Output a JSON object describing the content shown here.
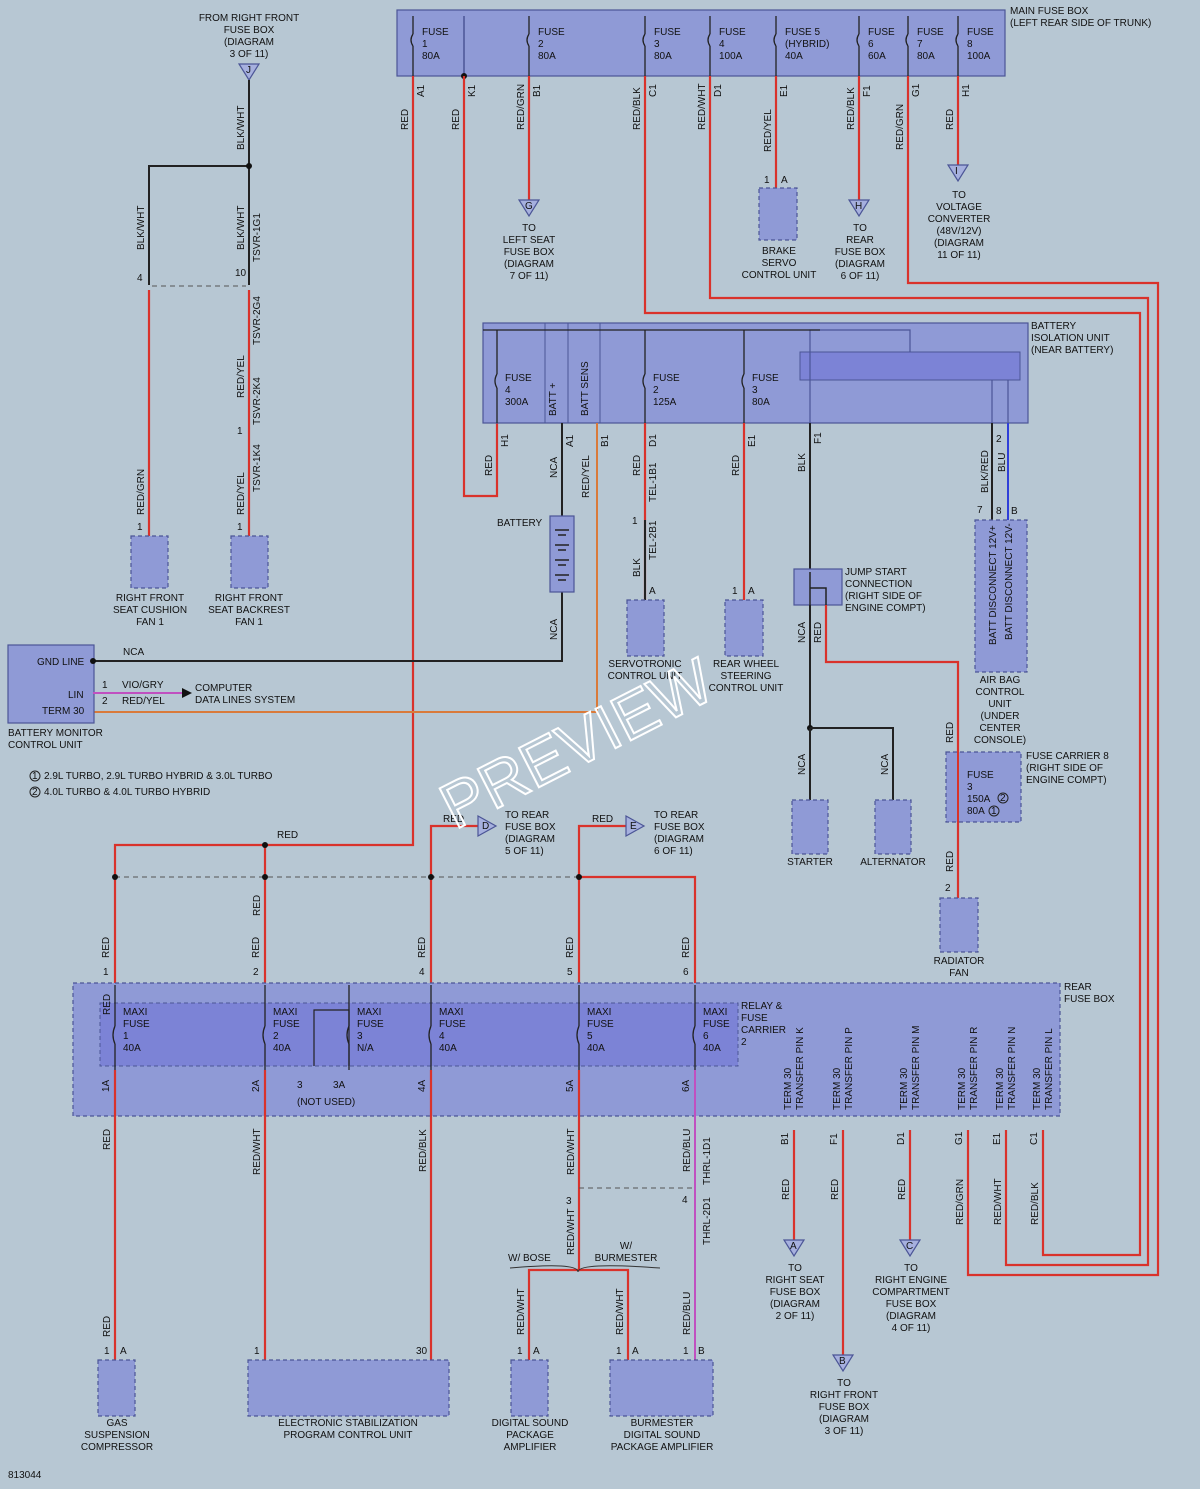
{
  "main_fuse_box": {
    "label": [
      "MAIN FUSE BOX",
      "(LEFT REAR SIDE OF TRUNK)"
    ],
    "fuses": [
      {
        "id": "fuse-1",
        "lines": [
          "FUSE",
          "1",
          "80A"
        ],
        "pin": "A1",
        "wire": "RED"
      },
      {
        "id": "fuse-2",
        "lines": [
          "FUSE",
          "2",
          "80A"
        ],
        "pin": "B1",
        "wire": "RED/GRN"
      },
      {
        "id": "fuse-3",
        "lines": [
          "FUSE",
          "3",
          "80A"
        ],
        "pin": "C1",
        "wire": "RED/BLK"
      },
      {
        "id": "fuse-4",
        "lines": [
          "FUSE",
          "4",
          "100A"
        ],
        "pin": "D1",
        "wire": "RED/WHT"
      },
      {
        "id": "fuse-5",
        "lines": [
          "FUSE 5",
          "(HYBRID)",
          "40A"
        ],
        "pin": "E1",
        "wire": "RED/YEL"
      },
      {
        "id": "fuse-6",
        "lines": [
          "FUSE",
          "6",
          "60A"
        ],
        "pin": "F1",
        "wire": "RED/BLK"
      },
      {
        "id": "fuse-7",
        "lines": [
          "FUSE",
          "7",
          "80A"
        ],
        "pin": "G1",
        "wire": "RED/GRN"
      },
      {
        "id": "fuse-8",
        "lines": [
          "FUSE",
          "8",
          "100A"
        ],
        "pin": "H1",
        "wire": "RED"
      }
    ],
    "k1_pin": "K1",
    "k1_wire": "RED"
  },
  "from_right_front": {
    "lines": [
      "FROM RIGHT FRONT",
      "FUSE BOX",
      "(DIAGRAM",
      "3 OF 11)"
    ],
    "arrow": "J",
    "wire": "BLK/WHT"
  },
  "fans": {
    "cushion": {
      "lines": [
        "RIGHT FRONT",
        "SEAT CUSHION",
        "FAN 1"
      ],
      "pin": "1",
      "wire_top": "BLK/WHT",
      "wire": "RED/GRN",
      "conn": "4"
    },
    "backrest": {
      "lines": [
        "RIGHT FRONT",
        "SEAT BACKREST",
        "FAN 1"
      ],
      "pin": "1",
      "wire_top": "BLK/WHT",
      "conn_top": "10",
      "tsvr1": "TSVR-1G1",
      "tsvr2": "TSVR-2G4",
      "tsvr3": "TSVR-2K4",
      "tsvr4": "TSVR-1K4",
      "wire": "RED/YEL",
      "wire2": "RED/YEL",
      "pin_mid": "1"
    }
  },
  "destinations": {
    "g": {
      "arrow": "G",
      "lines": [
        "TO",
        "LEFT SEAT",
        "FUSE BOX",
        "(DIAGRAM",
        "7 OF 11)"
      ]
    },
    "h": {
      "arrow": "H",
      "lines": [
        "TO",
        "REAR",
        "FUSE BOX",
        "(DIAGRAM",
        "6 OF 11)"
      ]
    },
    "i": {
      "arrow": "I",
      "lines": [
        "TO",
        "VOLTAGE",
        "CONVERTER",
        "(48V/12V)",
        "(DIAGRAM",
        "11 OF 11)"
      ]
    },
    "d": {
      "arrow": "D",
      "lines": [
        "TO REAR",
        "FUSE BOX",
        "(DIAGRAM",
        "5 OF 11)"
      ],
      "wire": "RED"
    },
    "e": {
      "arrow": "E",
      "lines": [
        "TO REAR",
        "FUSE BOX",
        "(DIAGRAM",
        "6 OF 11)"
      ],
      "wire": "RED"
    },
    "a": {
      "arrow": "A",
      "lines": [
        "TO",
        "RIGHT SEAT",
        "FUSE BOX",
        "(DIAGRAM",
        "2 OF 11)"
      ]
    },
    "b": {
      "arrow": "B",
      "lines": [
        "TO",
        "RIGHT FRONT",
        "FUSE BOX",
        "(DIAGRAM",
        "3 OF 11)"
      ]
    },
    "c": {
      "arrow": "C",
      "lines": [
        "TO",
        "RIGHT ENGINE",
        "COMPARTMENT",
        "FUSE BOX",
        "(DIAGRAM",
        "4 OF 11)"
      ]
    }
  },
  "brake_servo": {
    "lines": [
      "BRAKE",
      "SERVO",
      "CONTROL UNIT"
    ],
    "pin1": "1",
    "pinA": "A"
  },
  "battery_isolation": {
    "label": [
      "BATTERY",
      "ISOLATION UNIT",
      "(NEAR BATTERY)"
    ],
    "fuse4": {
      "lines": [
        "FUSE",
        "4",
        "300A"
      ],
      "pin": "H1",
      "wire": "RED"
    },
    "batt_plus": {
      "text": "BATT +",
      "pin": "A1",
      "wire": "NCA"
    },
    "batt_sens": {
      "text": "BATT SENS",
      "pin": "B1",
      "wire": "RED/YEL"
    },
    "fuse2": {
      "lines": [
        "FUSE",
        "2",
        "125A"
      ],
      "pin": "D1",
      "wire": "RED",
      "tel1": "TEL-1B1",
      "tel2": "TEL-2B1",
      "wire2": "BLK",
      "pin_mid": "1"
    },
    "fuse3": {
      "lines": [
        "FUSE",
        "3",
        "80A"
      ],
      "pin": "E1",
      "wire": "RED"
    },
    "f1_pin": "F1",
    "f1_wire": "BLK",
    "disc_pin7": "7",
    "disc_pin2": "2",
    "disc_w1": "BLK/RED",
    "disc_w2": "BLU"
  },
  "battery": {
    "label": "BATTERY",
    "wire": "NCA"
  },
  "servotronic": {
    "lines": [
      "SERVOTRONIC",
      "CONTROL UNIT"
    ],
    "pin": "A"
  },
  "rear_wheel": {
    "lines": [
      "REAR WHEEL",
      "STEERING",
      "CONTROL UNIT"
    ],
    "pin1": "1",
    "pinA": "A"
  },
  "jump_start": {
    "lines": [
      "JUMP START",
      "CONNECTION",
      "(RIGHT SIDE OF",
      "ENGINE COMPT)"
    ],
    "wire_a": "NCA",
    "wire_b": "RED"
  },
  "air_bag": {
    "lines": [
      "AIR BAG",
      "CONTROL",
      "UNIT",
      "(UNDER",
      "CENTER",
      "CONSOLE)"
    ],
    "pin8": "8",
    "pinB": "B",
    "t1": "BATT DISCONNECT 12V+",
    "t2": "BATT DISCONNECT 12V-"
  },
  "fuse_carrier_8": {
    "label": [
      "FUSE CARRIER 8",
      "(RIGHT SIDE OF",
      "ENGINE COMPT)"
    ],
    "lines": [
      "FUSE",
      "3",
      "150A",
      "80A"
    ],
    "note1": "2",
    "note2": "1",
    "wire_in": "RED",
    "wire_out": "RED"
  },
  "radiator_fan": {
    "lines": [
      "RADIATOR",
      "FAN"
    ],
    "pin": "2"
  },
  "starter": {
    "label": "STARTER",
    "wire": "NCA"
  },
  "alternator": {
    "label": "ALTERNATOR",
    "wire": "NCA"
  },
  "battery_monitor": {
    "gnd": "GND LINE",
    "lin": "LIN",
    "term": "TERM 30",
    "label": [
      "BATTERY MONITOR",
      "CONTROL UNIT"
    ],
    "w_gnd": "NCA",
    "pin1": "1",
    "w_lin": "VIO/GRY",
    "pin2": "2",
    "w_term": "RED/YEL",
    "computer": [
      "COMPUTER",
      "DATA LINES SYSTEM"
    ]
  },
  "notes": {
    "n1": "1",
    "t1": "2.9L TURBO, 2.9L TURBO HYBRID & 3.0L TURBO",
    "n2": "2",
    "t2": "4.0L TURBO & 4.0L TURBO HYBRID"
  },
  "rear_fuse_box": {
    "label": [
      "REAR",
      "FUSE BOX"
    ],
    "carrier": [
      "RELAY &",
      "FUSE",
      "CARRIER",
      "2"
    ],
    "top_wire": "RED",
    "maxi": [
      {
        "lines": [
          "MAXI",
          "FUSE",
          "1",
          "40A"
        ],
        "pin_in": "1",
        "pin_out": "1A",
        "w_in": "RED",
        "w_out": "RED"
      },
      {
        "lines": [
          "MAXI",
          "FUSE",
          "2",
          "40A"
        ],
        "pin_in": "2",
        "pin_out": "2A",
        "w_in": "RED",
        "w_out": "RED/WHT"
      },
      {
        "lines": [
          "MAXI",
          "FUSE",
          "3",
          "N/A"
        ],
        "pin_out": "3",
        "pin_out2": "3A"
      },
      {
        "lines": [
          "MAXI",
          "FUSE",
          "4",
          "40A"
        ],
        "pin_in": "4",
        "pin_out": "4A",
        "w_in": "RED",
        "w_out": "RED/BLK"
      },
      {
        "lines": [
          "MAXI",
          "FUSE",
          "5",
          "40A"
        ],
        "pin_in": "5",
        "pin_out": "5A",
        "w_in": "RED",
        "w_out": "RED/WHT"
      },
      {
        "lines": [
          "MAXI",
          "FUSE",
          "6",
          "40A"
        ],
        "pin_in": "6",
        "pin_out": "6A",
        "w_in": "RED",
        "w_out": "RED/BLU"
      }
    ],
    "not_used": "(NOT USED)",
    "w2_mid": "RED",
    "terms": [
      {
        "t": "TERM 30",
        "s": "TRANSFER PIN K",
        "pin": "B1",
        "wire": "RED"
      },
      {
        "t": "TERM 30",
        "s": "TRANSFER PIN P",
        "pin": "F1",
        "wire": "RED"
      },
      {
        "t": "TERM 30",
        "s": "TRANSFER PIN M",
        "pin": "D1",
        "wire": "RED"
      },
      {
        "t": "TERM 30",
        "s": "TRANSFER PIN R",
        "pin": "G1",
        "wire": "RED/GRN"
      },
      {
        "t": "TERM 30",
        "s": "TRANSFER PIN N",
        "pin": "E1",
        "wire": "RED/WHT"
      },
      {
        "t": "TERM 30",
        "s": "TRANSFER PIN L",
        "pin": "C1",
        "wire": "RED/BLK"
      }
    ]
  },
  "bottom": {
    "gas": {
      "lines": [
        "GAS",
        "SUSPENSION",
        "COMPRESSOR"
      ],
      "pin1": "1",
      "pinA": "A",
      "wire": "RED"
    },
    "esp": {
      "lines": [
        "ELECTRONIC STABILIZATION",
        "PROGRAM CONTROL UNIT"
      ],
      "pin1": "1",
      "pin30": "30"
    },
    "bose": {
      "lines": [
        "DIGITAL SOUND",
        "PACKAGE",
        "AMPLIFIER"
      ],
      "pin1": "1",
      "pinA": "A",
      "wire": "RED/WHT",
      "opt": "W/ BOSE"
    },
    "burm": {
      "lines": [
        "BURMESTER",
        "DIGITAL SOUND",
        "PACKAGE AMPLIFIER"
      ],
      "pin1": "1",
      "pinA": "A",
      "pin1b": "1",
      "pinB": "B",
      "wire": "RED/WHT",
      "wire2": "RED/BLU",
      "opt": [
        "W/",
        "BURMESTER"
      ]
    },
    "red_wht_3": "RED/WHT",
    "pin3": "3",
    "pin4": "4",
    "thrl1": "THRL-1D1",
    "thrl2": "THRL-2D1"
  },
  "watermark": "PREVIEW",
  "diagram_id": "813044",
  "colors": {
    "bg": "#b7c7d3",
    "box": "#8f9ad6",
    "red": "#d9322b",
    "black": "#222222",
    "orange": "#d97a3a",
    "blue": "#2f3fd8",
    "violet": "#c050c0"
  }
}
